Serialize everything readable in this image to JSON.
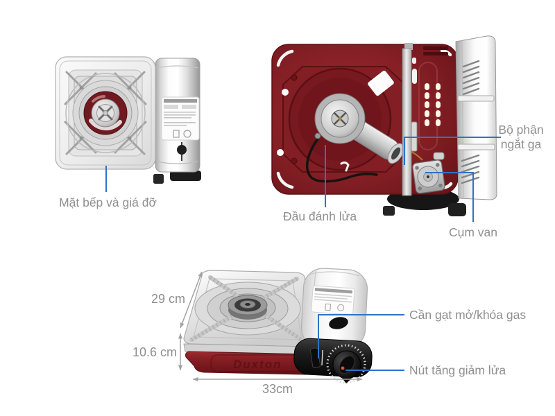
{
  "annotations": {
    "cooktop": "Mặt bếp và giá đỡ",
    "gas_cutoff": "Bộ phận ngắt ga",
    "igniter": "Đầu đánh lửa",
    "valve": "Cụm van",
    "gas_lever": "Cần gạt mở/khóa gas",
    "flame_knob": "Nút tăng giảm lửa"
  },
  "dimensions": {
    "depth": "29 cm",
    "height": "10.6 cm",
    "width": "33cm"
  },
  "branding": {
    "embossed_text": "Duxton"
  },
  "colors": {
    "annotation_text": "#8f8f8f",
    "leader_line": "#2d73c8",
    "dimension_line": "#a2a2a2",
    "body_red": "#862026",
    "steel": "#d9d9d9",
    "knob_black": "#151515"
  }
}
